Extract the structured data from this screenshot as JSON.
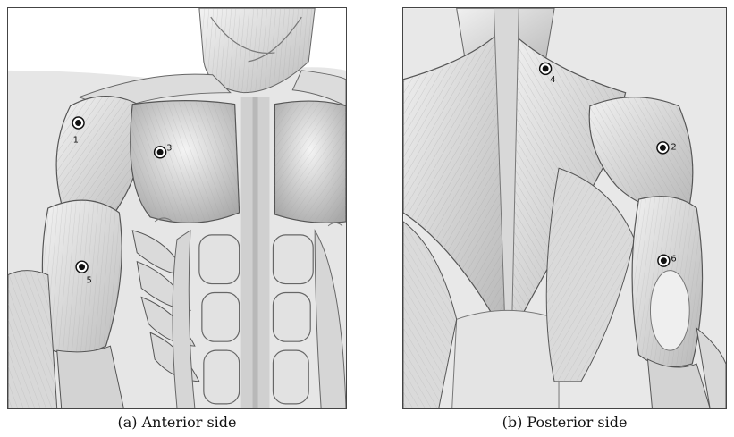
{
  "figure": {
    "panels": [
      {
        "id": "a",
        "caption": "(a) Anterior side",
        "markers": [
          {
            "label": "1",
            "region": "anterior deltoid"
          },
          {
            "label": "3",
            "region": "pectoralis major"
          },
          {
            "label": "5",
            "region": "biceps brachii"
          }
        ]
      },
      {
        "id": "b",
        "caption": "(b) Posterior side",
        "markers": [
          {
            "label": "4",
            "region": "upper trapezius"
          },
          {
            "label": "2",
            "region": "posterior deltoid"
          },
          {
            "label": "6",
            "region": "triceps brachii"
          }
        ]
      }
    ]
  },
  "colors": {
    "skin_light": "#ededed",
    "skin_mid": "#c8c8c8",
    "skin_dark": "#8a8a8a",
    "outline": "#555555",
    "marker": "#111111"
  }
}
